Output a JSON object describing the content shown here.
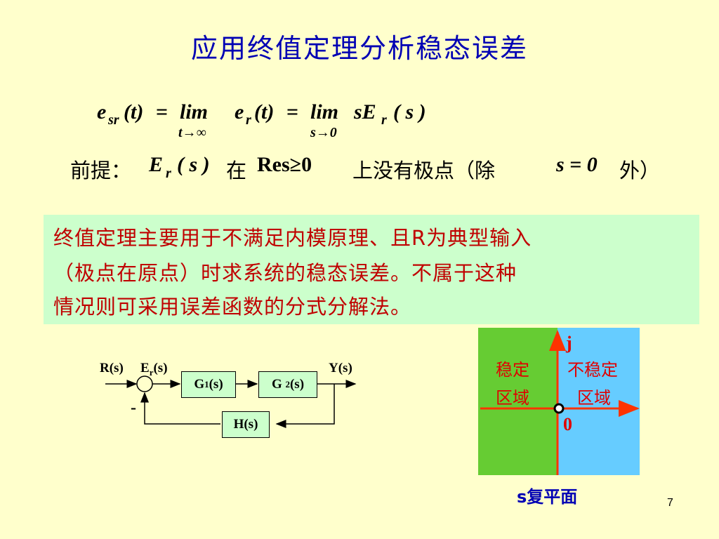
{
  "title": "应用终值定理分析稳态误差",
  "formula": {
    "e": "e",
    "e_sub": "sr",
    "t_arg": "(t)",
    "eq1": "=",
    "lim1": "lim",
    "lim1_sub": "t→∞",
    "e2": "e",
    "e2_sub": "r",
    "t_arg2": "(t)",
    "eq2": "=",
    "lim2": "lim",
    "lim2_sub": "s→0",
    "sE": "sE",
    "sE_sub": "r",
    "s_arg": "( s )"
  },
  "premise": {
    "label": "前提：",
    "E": "E",
    "E_sub": "r",
    "s_arg": "( s )",
    "in": "在",
    "cond": "Res≥0",
    "rest1": "上没有极点（除",
    "s0": "s = 0",
    "rest2": "外）"
  },
  "note": {
    "lines": [
      "终值定理主要用于不满足内模原理、且R为典型输入",
      "（极点在原点）时求系统的稳态误差。不属于这种",
      "情况则可采用误差函数的分式分解法。"
    ]
  },
  "block_diagram": {
    "input_label": "R(s)",
    "error_label": "E",
    "error_sub": "r",
    "error_arg": "(s)",
    "g1": "G",
    "g1_sub": "1",
    "g1_arg": "(s)",
    "g2": "G",
    "g2_sub": "2",
    "g2_arg": "(s)",
    "h": "H(s)",
    "output_label": "Y(s)",
    "minus": "-"
  },
  "s_plane": {
    "stable_l1": "稳定",
    "stable_l2": "区域",
    "unstable_l1": "不稳定",
    "unstable_l2": "区域",
    "j_axis": "j",
    "origin": "0",
    "caption": "s复平面",
    "stable_color": "#66cc33",
    "unstable_color": "#66ccff",
    "axis_color": "#ff3300"
  },
  "page_number": "7"
}
